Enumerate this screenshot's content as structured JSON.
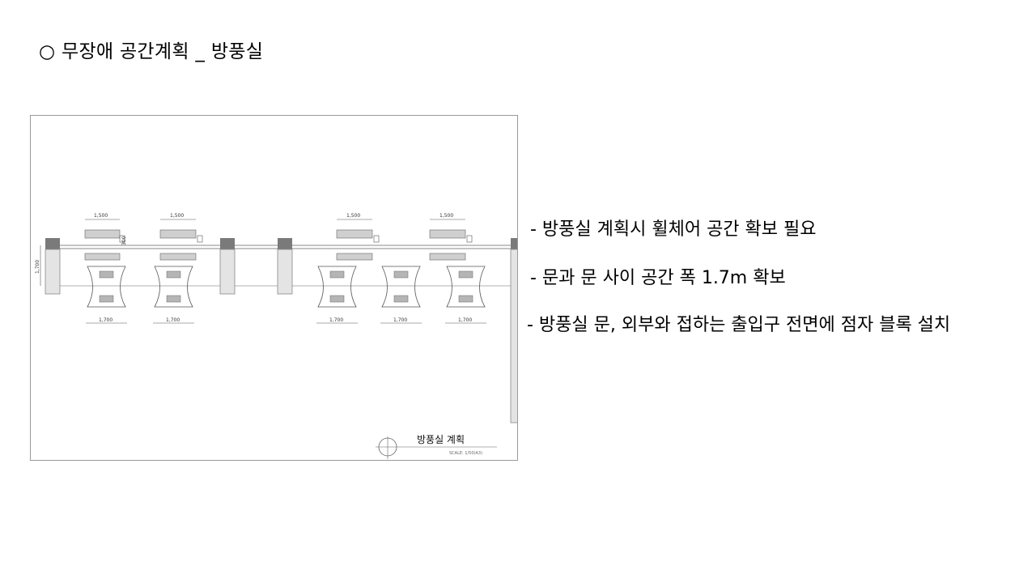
{
  "slide": {
    "title": "○ 무장애 공간계획 _ 방풍실"
  },
  "drawing": {
    "caption": "방풍실 계획",
    "scale": "SCALE: 1/50(A3)",
    "dimensions": {
      "top": [
        "1,500",
        "1,500",
        "1,500",
        "1,500"
      ],
      "bottom": [
        "1,700",
        "1,700",
        "1,700",
        "1,700",
        "1,700"
      ],
      "left": "1,700",
      "small": "300"
    }
  },
  "bullets": [
    " - 방풍실 계획시 휠체어 공간 확보 필요",
    " - 문과 문 사이 공간 폭 1.7m 확보",
    " - 방풍실 문, 외부와 접하는 출입구 전면에 점자 블록 설치"
  ]
}
